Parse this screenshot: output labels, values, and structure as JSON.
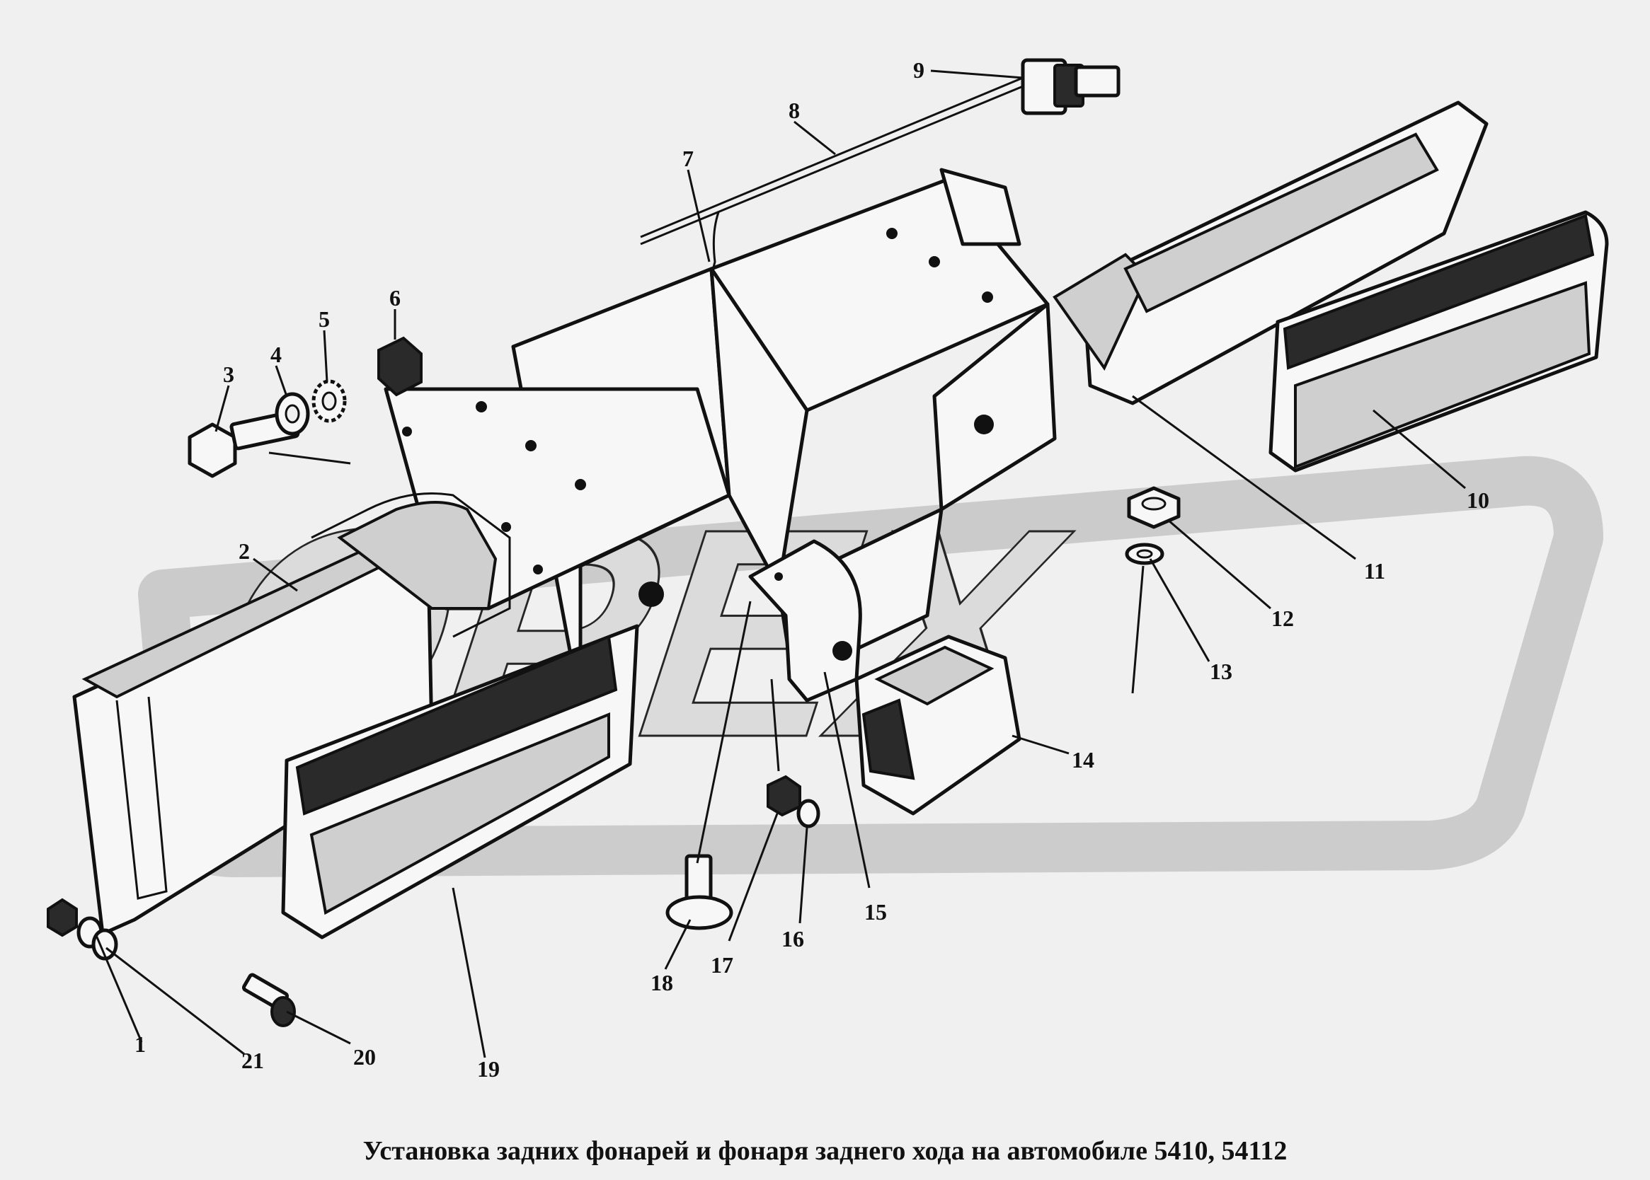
{
  "caption": "Установка задних фонарей и фонаря заднего хода на автомобиле  5410, 54112",
  "watermark": {
    "text": "OPEX",
    "color": "#c8c8c8"
  },
  "callouts": [
    "1",
    "2",
    "3",
    "4",
    "5",
    "6",
    "7",
    "8",
    "9",
    "10",
    "11",
    "12",
    "13",
    "14",
    "15",
    "16",
    "17",
    "18",
    "19",
    "20",
    "21"
  ],
  "colors": {
    "ink": "#111111",
    "paper": "#f0f0f0"
  }
}
